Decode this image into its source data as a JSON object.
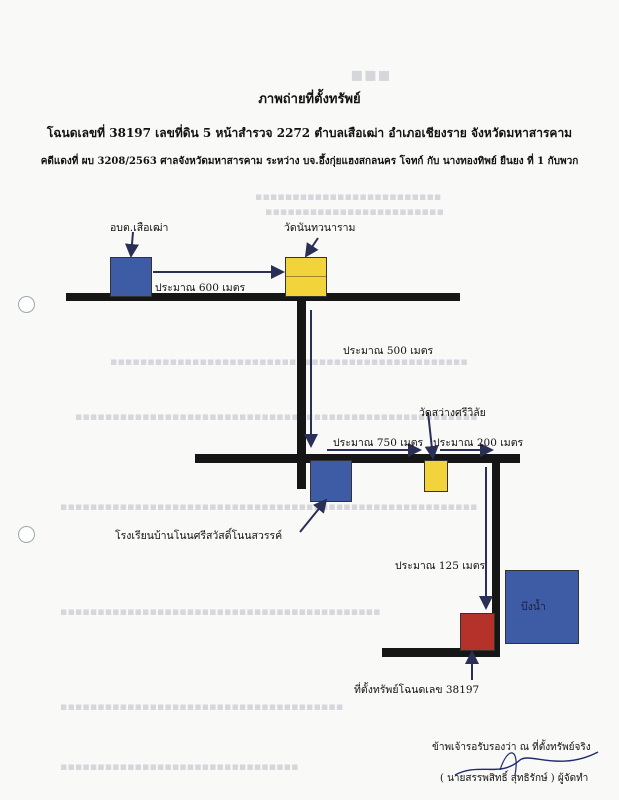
{
  "header": {
    "title": "ภาพถ่ายที่ตั้งทรัพย์",
    "line2": "โฉนดเลขที่ 38197 เลขที่ดิน 5 หน้าสำรวจ 2272 ตำบลเสือเฒ่า อำเภอเชียงราย จังหวัดมหาสารคาม",
    "line3": "คดีแดงที่ ผบ 3208/2563 ศาลจังหวัดมหาสารคาม ระหว่าง บจ.อึ้งกุ่ยแฮงสกลนคร โจทก์ กับ นางทองทิพย์ ยืนยง ที่ 1 กับพวก"
  },
  "map": {
    "labels": {
      "obt": "อบต.เสือเฒ่า",
      "wat1": "วัดนันทวนาราม",
      "dist600": "ประมาณ 600 เมตร",
      "dist500": "ประมาณ 500 เมตร",
      "wat2": "วัดสว่างศรีวิลัย",
      "dist750": "ประมาณ 750 เมตร",
      "dist200": "ประมาณ 200 เมตร",
      "school": "โรงเรียนบ้านโนนศรีสวัสดิ์โนนสวรรค์",
      "dist125": "ประมาณ 125 เมตร",
      "pond": "บึงน้ำ",
      "property": "ที่ตั้งทรัพย์โฉนดเลข 38197"
    },
    "colors": {
      "blue": "#3e5ca6",
      "yellow": "#f3d33b",
      "red": "#b5322b",
      "road": "#161616"
    }
  },
  "signature": {
    "line1": "ข้าพเจ้ารอรับรองว่า ณ ที่ตั้งทรัพย์จริง",
    "line2": "( นายสรรพสิทธิ์ สุทธิรักษ์ ) ผู้จัดทำ"
  }
}
